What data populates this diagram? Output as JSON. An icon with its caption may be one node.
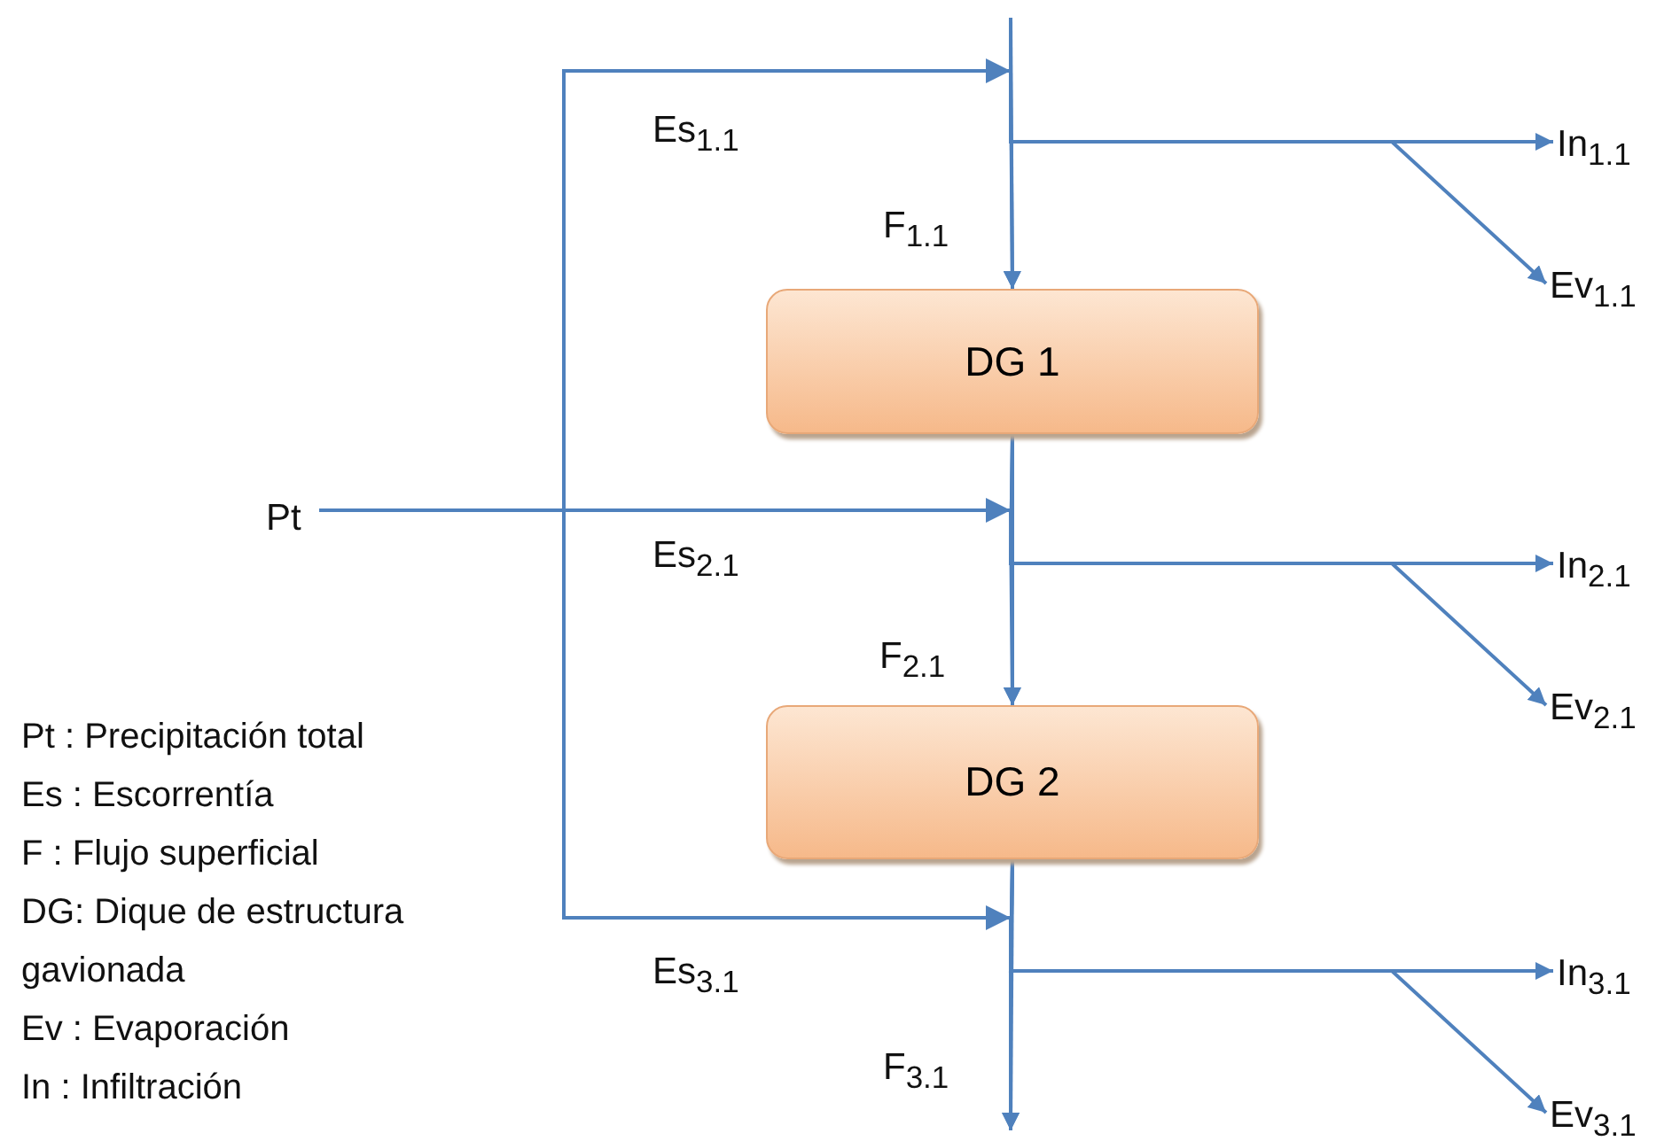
{
  "diagram": {
    "nodes": [
      {
        "text": [
          "Pt"
        ]
      },
      {
        "text": [
          "DG 1"
        ]
      },
      {
        "text": [
          "DG 2"
        ]
      },
      {
        "text": [
          "In$_{1.1}$"
        ]
      },
      {
        "text": [
          "Ev$_{1.1}$"
        ]
      },
      {
        "text": [
          "In$_{2.1}$"
        ]
      },
      {
        "text": [
          "Ev$_{2.1}$"
        ]
      },
      {
        "text": [
          "In$_{3.1}$"
        ]
      },
      {
        "text": [
          "Ev$_{3.1}$"
        ]
      }
    ],
    "edges": [
      {
        "from": null,
        "to": 1,
        "arrow": "to",
        "label": "F$_{1.1}$"
      },
      {
        "from": 0,
        "to": 1,
        "arrow": "to",
        "label": "Es$_{1.1}$"
      },
      {
        "from": null,
        "to": 3,
        "arrow": "to"
      },
      {
        "from": null,
        "to": 4,
        "arrow": "to"
      },
      {
        "from": 1,
        "to": 2,
        "arrow": "to",
        "label": "F$_{2.1}$"
      },
      {
        "from": 0,
        "to": 2,
        "arrow": "to",
        "label": "Es$_{2.1}$"
      },
      {
        "from": 1,
        "to": 5,
        "arrow": "to"
      },
      {
        "from": 1,
        "to": 6,
        "arrow": "to"
      },
      {
        "from": 2,
        "to": null,
        "arrow": "to",
        "label": "F$_{3.1}$"
      },
      {
        "from": 0,
        "to": null,
        "arrow": "to",
        "label": "Es$_{3.1}$"
      },
      {
        "from": 2,
        "to": 7,
        "arrow": "to"
      },
      {
        "from": 2,
        "to": 8,
        "arrow": "to"
      }
    ],
    "labels": [
      "Pt : Precipitación total",
      "Es : Escorrentía",
      "F : Flujo superficial",
      "DG: Dique de estructura gavionada",
      "Ev : Evaporación",
      "In : Infiltración"
    ]
  }
}
